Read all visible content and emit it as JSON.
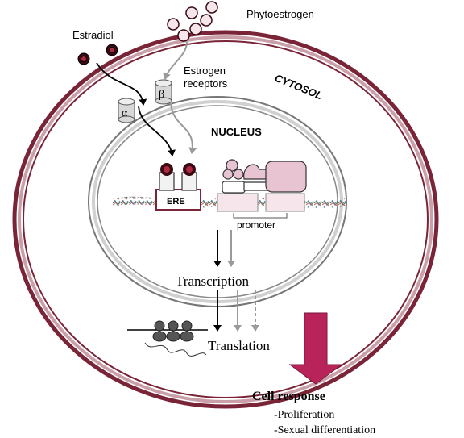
{
  "labels": {
    "phytoestrogen": "Phytoestrogen",
    "estradiol": "Estradiol",
    "estrogen_receptors_line1": "Estrogen",
    "estrogen_receptors_line2": "receptors",
    "cytosol": "CYTOSOL",
    "nucleus": "NUCLEUS",
    "receptor_alpha": "α",
    "receptor_beta": "β",
    "ere": "ERE",
    "promoter": "promoter",
    "transcription": "Transcription",
    "translation": "Translation"
  },
  "cell_response": {
    "title": "Cell response",
    "items": [
      "-Proliferation",
      "-Sexual differentiation"
    ]
  },
  "colors": {
    "membrane_outer": "#7a2438",
    "membrane_inner": "#c9a0aa",
    "nucleus_envelope": "#8a8a8a",
    "ligand_dark": "#3a0a14",
    "ligand_light": "#f6e6ec",
    "pink_fill": "#e8c4d2",
    "response_arrow": "#b8245a",
    "gray_arrow": "#9a9a9a"
  }
}
